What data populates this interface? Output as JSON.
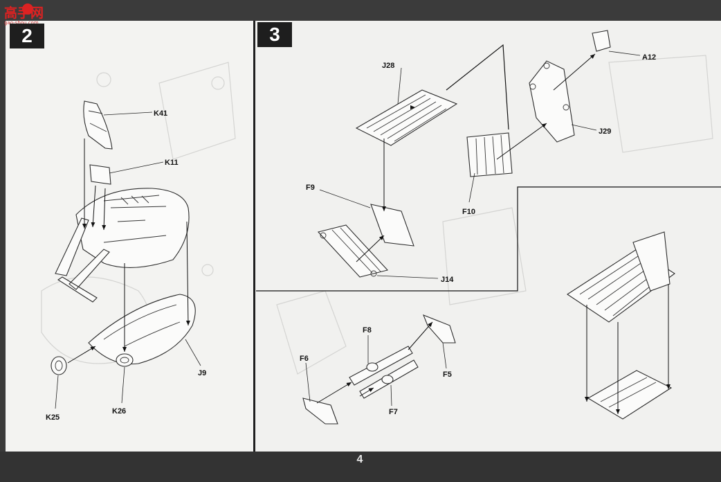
{
  "logo": {
    "brand": "高手网",
    "site": "gao-shou.com"
  },
  "steps": [
    {
      "number": "2",
      "parts": [
        "K41",
        "K11",
        "J9",
        "K25",
        "K26"
      ]
    },
    {
      "number": "3",
      "parts": [
        "J28",
        "A12",
        "J29",
        "F9",
        "F10",
        "J14",
        "F8",
        "F6",
        "F5",
        "F7"
      ]
    }
  ],
  "labels": {
    "K41": "K41",
    "K11": "K11",
    "J9": "J9",
    "K25": "K25",
    "K26": "K26",
    "J28": "J28",
    "A12": "A12",
    "J29": "J29",
    "F9": "F9",
    "F10": "F10",
    "J14": "J14",
    "F8": "F8",
    "F6": "F6",
    "F5": "F5",
    "F7": "F7"
  },
  "page_number": "4"
}
